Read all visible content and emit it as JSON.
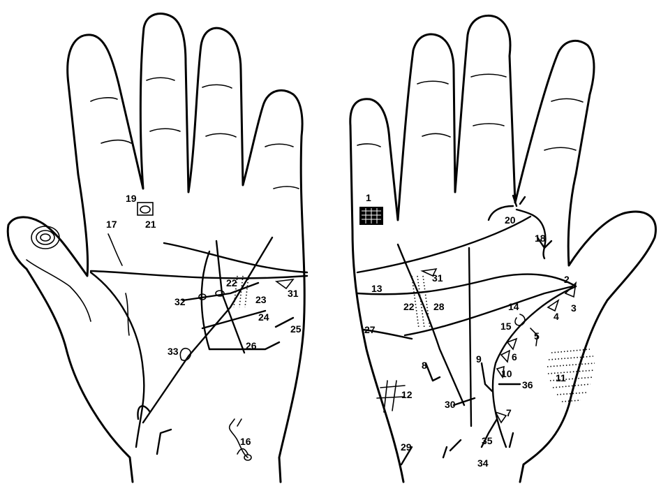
{
  "left_hand": {
    "markers": [
      {
        "label": "17"
      },
      {
        "label": "19"
      },
      {
        "label": "21"
      },
      {
        "label": "22"
      },
      {
        "label": "23"
      },
      {
        "label": "24"
      },
      {
        "label": "25"
      },
      {
        "label": "26"
      },
      {
        "label": "31"
      },
      {
        "label": "32"
      },
      {
        "label": "33"
      },
      {
        "label": "16"
      }
    ]
  },
  "right_hand": {
    "markers": [
      {
        "label": "1"
      },
      {
        "label": "2"
      },
      {
        "label": "3"
      },
      {
        "label": "4"
      },
      {
        "label": "5"
      },
      {
        "label": "6"
      },
      {
        "label": "7"
      },
      {
        "label": "8"
      },
      {
        "label": "9"
      },
      {
        "label": "10"
      },
      {
        "label": "11"
      },
      {
        "label": "12"
      },
      {
        "label": "13"
      },
      {
        "label": "14"
      },
      {
        "label": "15"
      },
      {
        "label": "18"
      },
      {
        "label": "20"
      },
      {
        "label": "22"
      },
      {
        "label": "27"
      },
      {
        "label": "28"
      },
      {
        "label": "29"
      },
      {
        "label": "30"
      },
      {
        "label": "31"
      },
      {
        "label": "34"
      },
      {
        "label": "35"
      },
      {
        "label": "36"
      }
    ]
  },
  "colors": {
    "ink": "#000000",
    "paper": "#ffffff"
  }
}
